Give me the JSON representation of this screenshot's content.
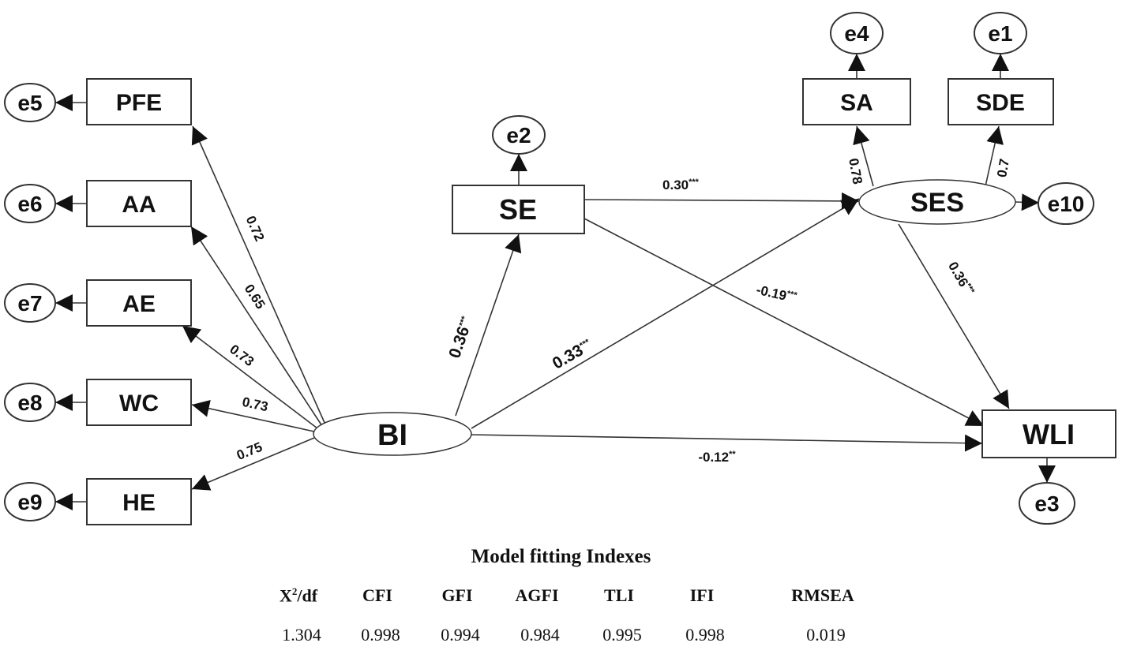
{
  "nodes": {
    "PFE": "PFE",
    "AA": "AA",
    "AE": "AE",
    "WC": "WC",
    "HE": "HE",
    "SE": "SE",
    "SA": "SA",
    "SDE": "SDE",
    "WLI": "WLI",
    "BI": "BI",
    "SES": "SES"
  },
  "errors": {
    "e1": "e1",
    "e2": "e2",
    "e3": "e3",
    "e4": "e4",
    "e5": "e5",
    "e6": "e6",
    "e7": "e7",
    "e8": "e8",
    "e9": "e9",
    "e10": "e10"
  },
  "coefficients": {
    "bi_pfe": "0.72",
    "bi_aa": "0.65",
    "bi_ae": "0.73",
    "bi_wc": "0.73",
    "bi_he": "0.75",
    "bi_se": "0.36",
    "bi_se_sig": "***",
    "bi_ses": "0.33",
    "bi_ses_sig": "***",
    "se_ses": "0.30",
    "se_ses_sig": "***",
    "se_wli": "-0.19",
    "se_wli_sig": "***",
    "ses_wli": "0.36",
    "ses_wli_sig": "***",
    "bi_wli": "-0.12",
    "bi_wli_sig": "**",
    "ses_sa": "0.78",
    "ses_sde": "0.7"
  },
  "fit": {
    "title": "Model fitting Indexes",
    "headers": [
      {
        "base": "X",
        "sup": "2",
        "rest": "/df"
      },
      {
        "base": "CFI",
        "sup": "",
        "rest": ""
      },
      {
        "base": "GFI",
        "sup": "",
        "rest": ""
      },
      {
        "base": "AGFI",
        "sup": "",
        "rest": ""
      },
      {
        "base": "TLI",
        "sup": "",
        "rest": ""
      },
      {
        "base": "IFI",
        "sup": "",
        "rest": ""
      },
      {
        "base": "RMSEA",
        "sup": "",
        "rest": ""
      }
    ],
    "values": [
      "1.304",
      "0.998",
      "0.994",
      "0.984",
      "0.995",
      "0.998",
      "0.019"
    ]
  }
}
